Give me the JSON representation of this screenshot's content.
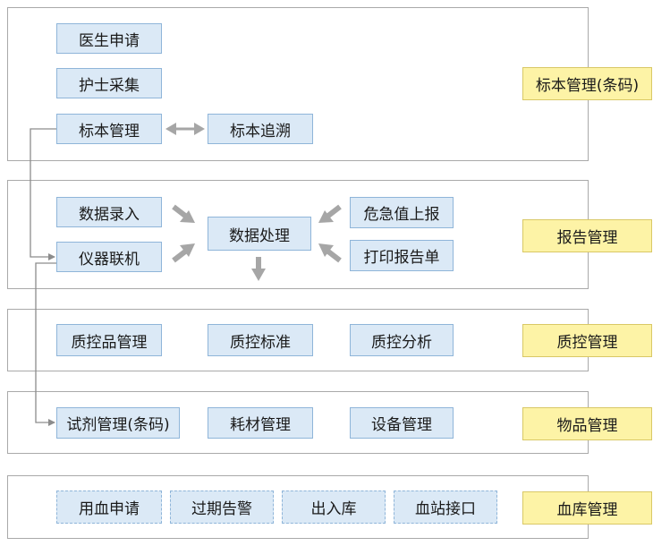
{
  "sections": {
    "specimen": {
      "label": "标本管理(条码)",
      "items": [
        "医生申请",
        "护士采集",
        "标本管理",
        "标本追溯"
      ]
    },
    "report": {
      "label": "报告管理",
      "items": [
        "数据录入",
        "仪器联机",
        "数据处理",
        "危急值上报",
        "打印报告单"
      ]
    },
    "qc": {
      "label": "质控管理",
      "items": [
        "质控品管理",
        "质控标准",
        "质控分析"
      ]
    },
    "goods": {
      "label": "物品管理",
      "items": [
        "试剂管理(条码)",
        "耗材管理",
        "设备管理"
      ]
    },
    "blood": {
      "label": "血库管理",
      "items": [
        "用血申请",
        "过期告警",
        "出入库",
        "血站接口"
      ]
    }
  },
  "colors": {
    "box_fill": "#dbe9f6",
    "box_border": "#8fb5d9",
    "label_fill": "#fdf3a6",
    "label_border": "#d9c866",
    "panel_border": "#a9a9a9",
    "arrow": "#a6a6a6",
    "connector": "#8c8c8c"
  }
}
